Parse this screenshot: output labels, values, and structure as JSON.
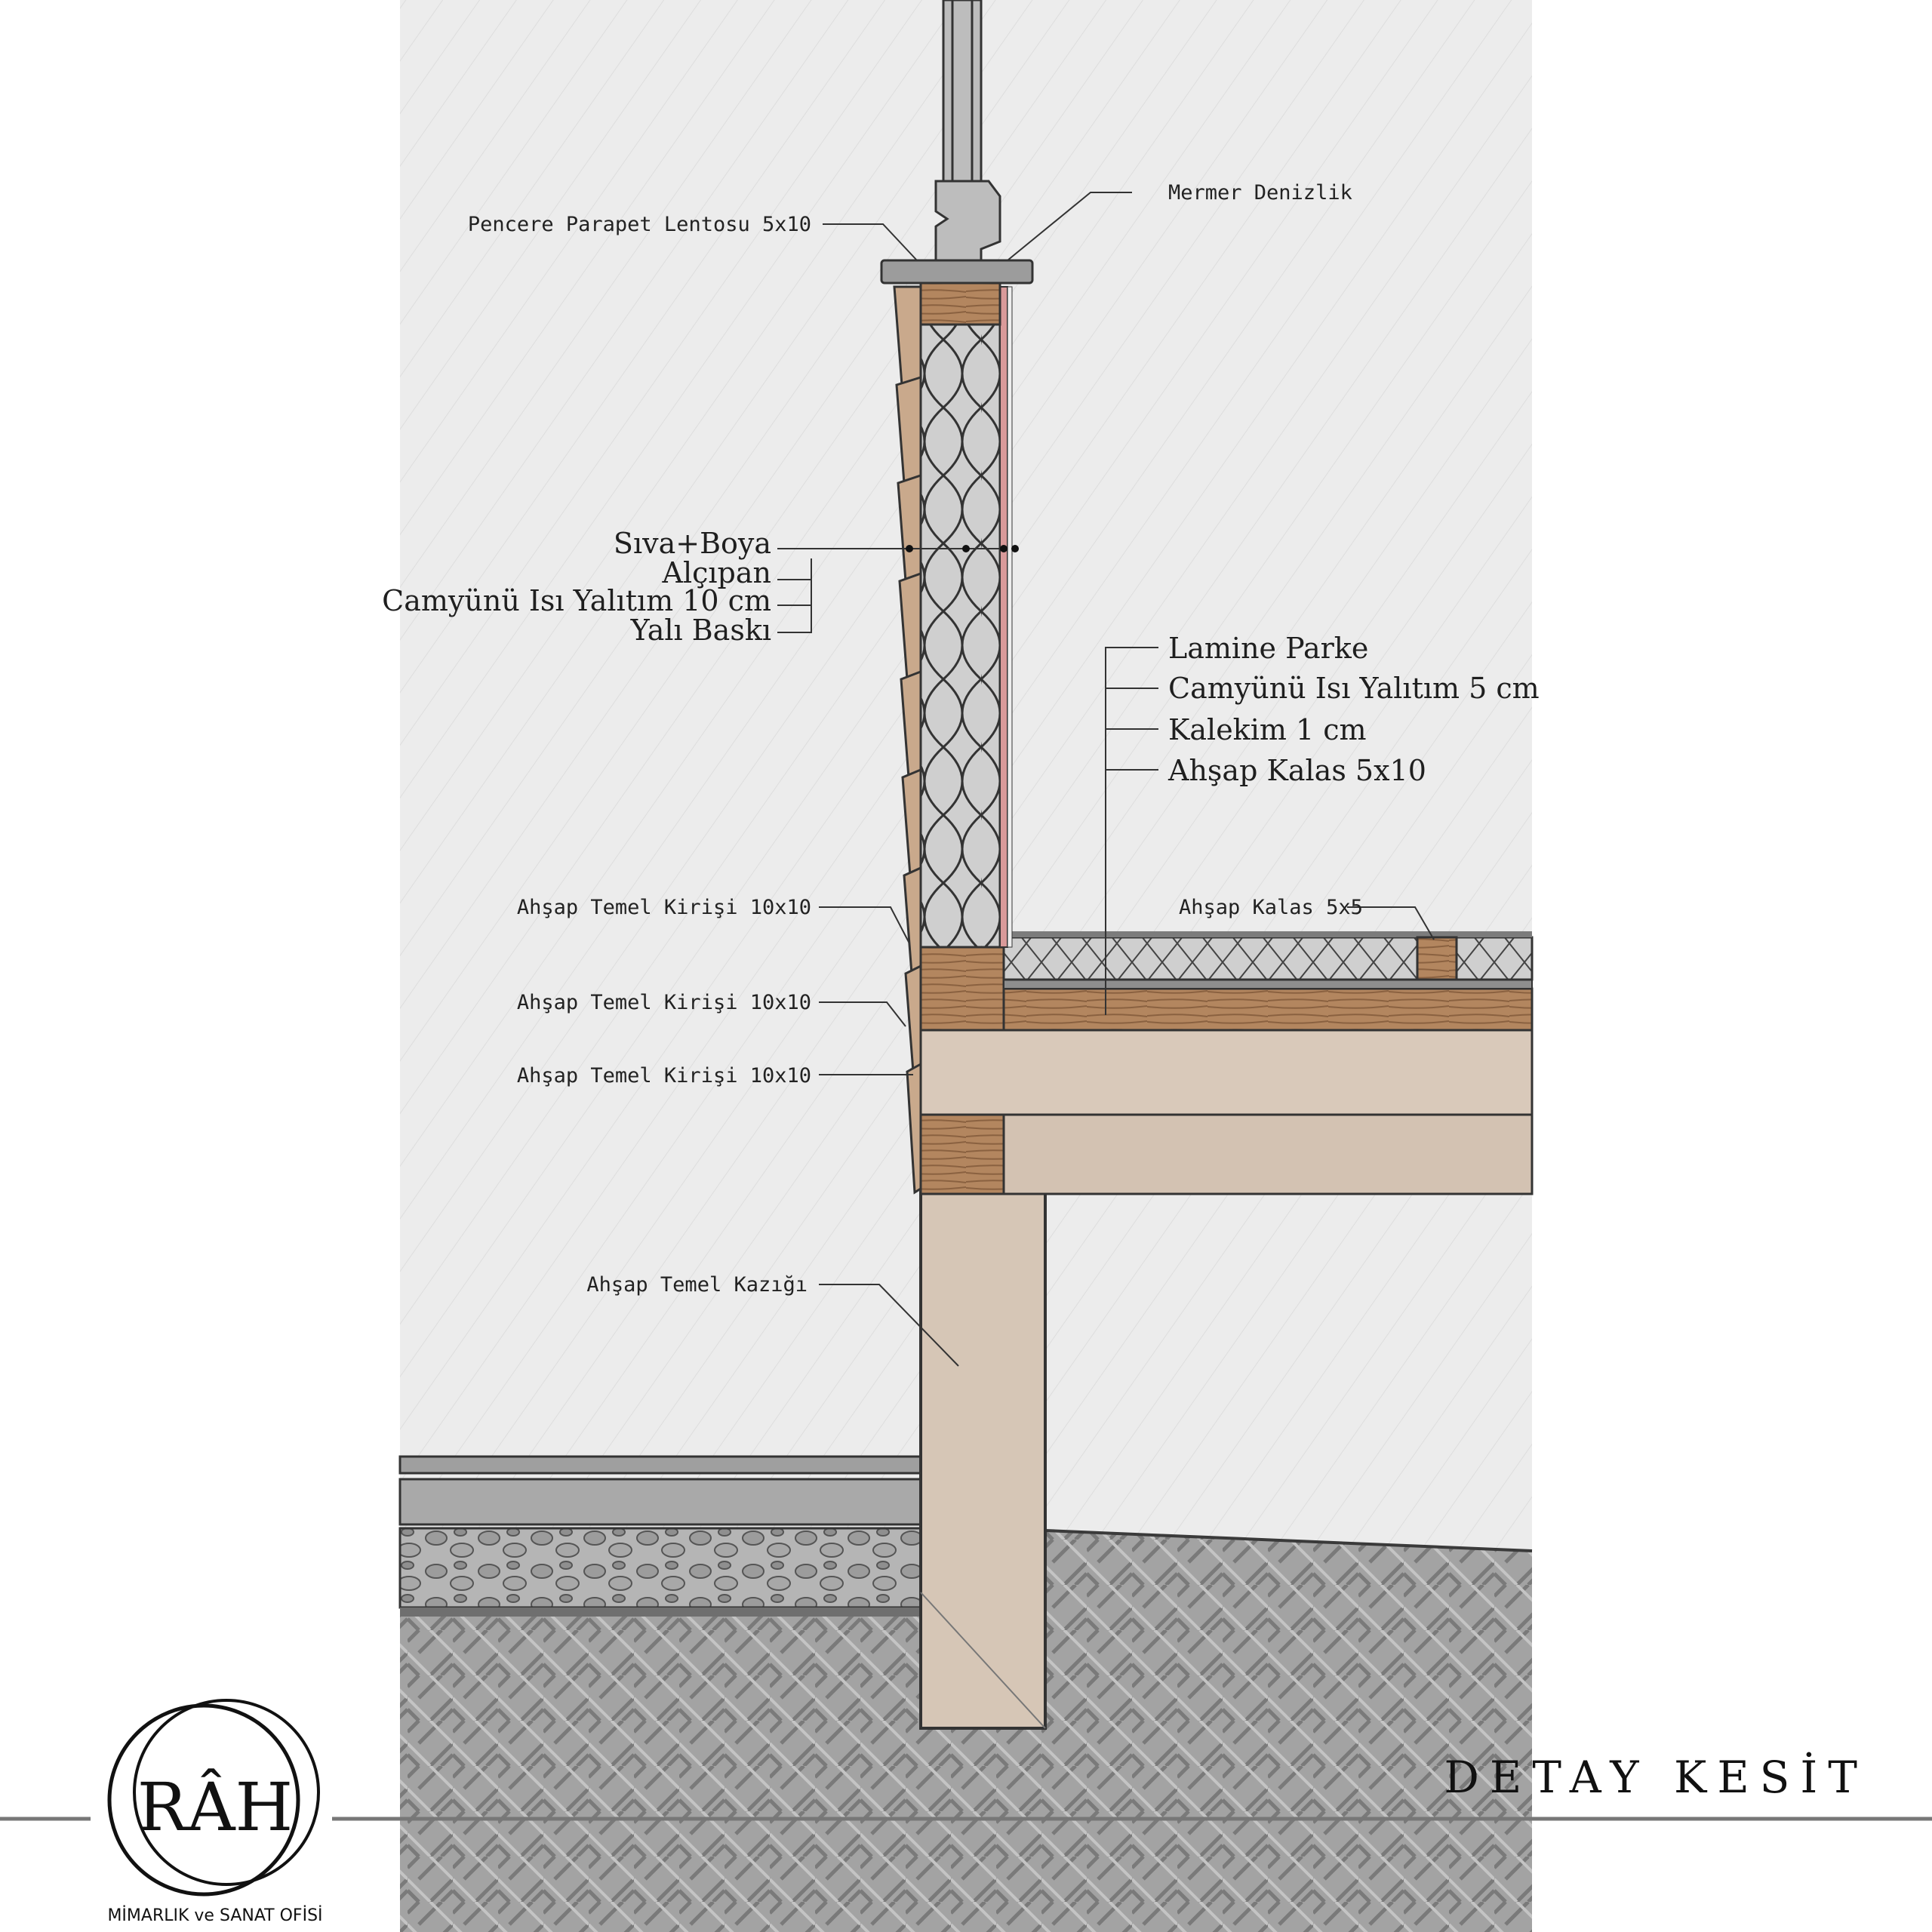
{
  "labels_left": {
    "pencere_parapet": "Pencere Parapet Lentosu 5x10",
    "siva_boya": "Sıva+Boya",
    "alcipan": "Alçıpan",
    "camyunu_10": "Camyünü Isı Yalıtım 10 cm",
    "yali_baski": "Yalı Baskı",
    "temel_kirisi_1": "Ahşap Temel Kirişi 10x10",
    "temel_kirisi_2": "Ahşap Temel Kirişi 10x10",
    "temel_kirisi_3": "Ahşap Temel Kirişi 10x10",
    "temel_kazigi": "Ahşap Temel Kazığı"
  },
  "labels_right": {
    "mermer_denizlik": "Mermer Denizlik",
    "lamine_parke": "Lamine Parke",
    "camyunu_5": "Camyünü Isı Yalıtım 5 cm",
    "kalekim": "Kalekim 1 cm",
    "ahsap_kalas_5x10": "Ahşap Kalas 5x10",
    "ahsap_kalas_5x5": "Ahşap Kalas 5x5"
  },
  "title": "DETAY KESİT",
  "logo": {
    "letters": "RÂH",
    "subtitle": "MİMARLIK ve SANAT OFİSİ"
  },
  "colors": {
    "background": "#ffffff",
    "panel": "#e9e9e9",
    "wood": "#b08460",
    "wood_light": "#d8c7b8",
    "insulation": "#c9c9c9",
    "gypsum_pink": "#d99a9a",
    "soil": "#9a9a9a",
    "gravel": "#b3b3b3",
    "concrete": "#a8a8a8",
    "line": "#333333"
  }
}
